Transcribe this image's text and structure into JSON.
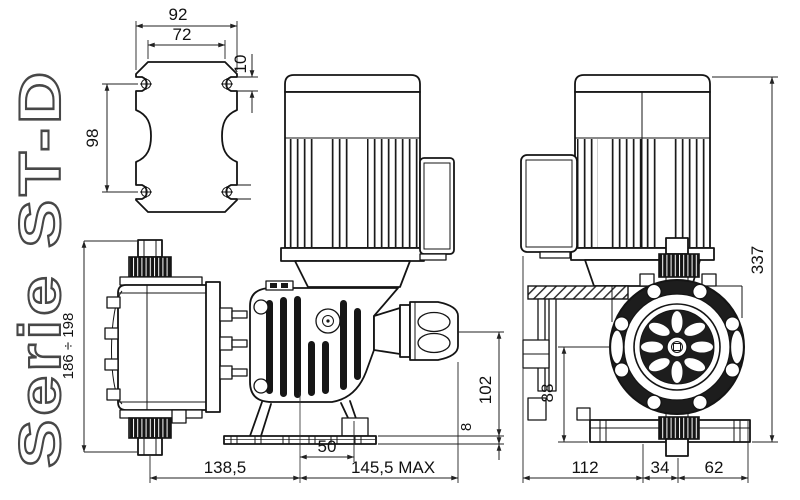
{
  "brand": {
    "series": "Serie ST-D"
  },
  "bracket": {
    "outer_width": "92",
    "inner_width": "72",
    "tab_height": "10",
    "hole_spacing": "98"
  },
  "side": {
    "valve_span": "186 ÷ 198",
    "center_to_valve": "138,5",
    "slot_offset": "50",
    "max_depth": "145,5 MAX",
    "knob_axis_height": "102",
    "base_thickness": "8"
  },
  "front": {
    "total_height": "337",
    "head_axis_height": "88",
    "width_left": "112",
    "width_middle": "34",
    "width_right": "62"
  }
}
